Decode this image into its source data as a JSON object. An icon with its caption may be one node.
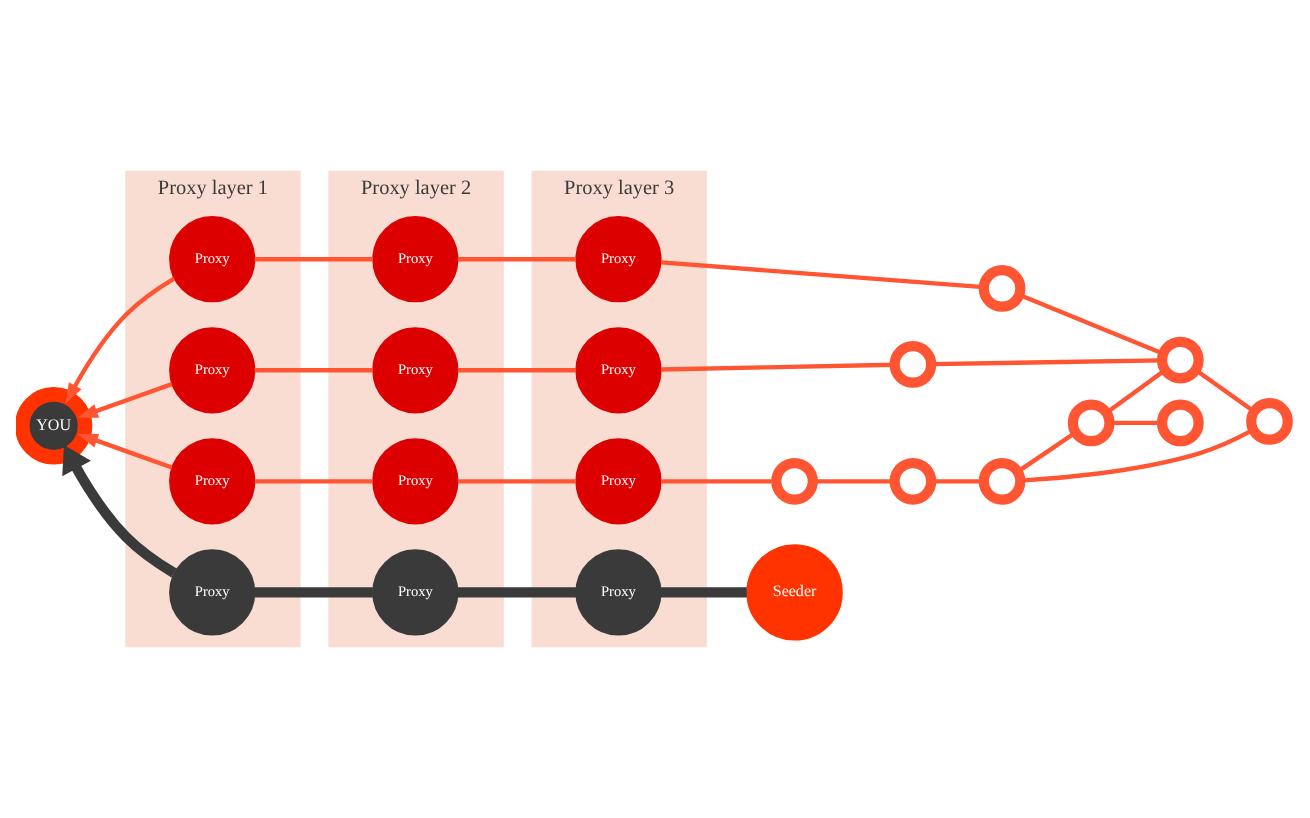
{
  "diagram": {
    "nodes": [
      {
        "text": [
          "Proxy layer 1"
        ]
      },
      {
        "text": [
          "Proxy layer 2"
        ]
      },
      {
        "text": [
          "Proxy layer 3"
        ]
      },
      {
        "text": [
          "YOU"
        ]
      },
      {
        "text": [
          "Proxy"
        ],
        "in": 0
      },
      {
        "text": [
          "Proxy"
        ],
        "in": 0
      },
      {
        "text": [
          "Proxy"
        ],
        "in": 0
      },
      {
        "text": [
          "Proxy"
        ],
        "in": 0
      },
      {
        "text": [
          "Proxy"
        ],
        "in": 1
      },
      {
        "text": [
          "Proxy"
        ],
        "in": 1
      },
      {
        "text": [
          "Proxy"
        ],
        "in": 1
      },
      {
        "text": [
          "Proxy"
        ],
        "in": 1
      },
      {
        "text": [
          "Proxy"
        ],
        "in": 2
      },
      {
        "text": [
          "Proxy"
        ],
        "in": 2
      },
      {
        "text": [
          "Proxy"
        ],
        "in": 2
      },
      {
        "text": [
          "Proxy"
        ],
        "in": 2
      },
      {
        "text": [
          "Seeder"
        ]
      },
      {
        "text": [],
        "shape": "circle"
      },
      {
        "text": [],
        "shape": "circle"
      },
      {
        "text": [],
        "shape": "circle"
      },
      {
        "text": [],
        "shape": "circle"
      },
      {
        "text": [],
        "shape": "circle"
      },
      {
        "text": [],
        "shape": "circle"
      },
      {
        "text": [],
        "shape": "circle"
      },
      {
        "text": [],
        "shape": "circle"
      },
      {
        "text": [],
        "shape": "circle"
      }
    ],
    "edges": [
      {
        "from": 4,
        "to": 3,
        "arrow": "to"
      },
      {
        "from": 5,
        "to": 3,
        "arrow": "to"
      },
      {
        "from": 6,
        "to": 3,
        "arrow": "to"
      },
      {
        "from": 7,
        "to": 3,
        "arrow": "to",
        "style": "thick",
        "color": "#3a3a3a"
      },
      {
        "from": 4,
        "to": 9,
        "arrow": "none"
      },
      {
        "from": 5,
        "to": 8,
        "arrow": "none"
      },
      {
        "from": 6,
        "to": 11,
        "arrow": "none"
      },
      {
        "from": 7,
        "to": 10,
        "arrow": "none",
        "style": "thick",
        "color": "#3a3a3a"
      },
      {
        "from": 8,
        "to": 12,
        "arrow": "none"
      },
      {
        "from": 9,
        "to": 14,
        "arrow": "none"
      },
      {
        "from": 10,
        "to": 13,
        "arrow": "none",
        "style": "thick",
        "color": "#3a3a3a"
      },
      {
        "from": 11,
        "to": 15,
        "arrow": "none"
      },
      {
        "from": 12,
        "to": 17,
        "arrow": "none"
      },
      {
        "from": 13,
        "to": 16,
        "arrow": "none",
        "style": "thick",
        "color": "#3a3a3a"
      },
      {
        "from": 14,
        "to": 23,
        "arrow": "none"
      },
      {
        "from": 15,
        "to": 20,
        "arrow": "none"
      },
      {
        "from": 17,
        "to": 18,
        "arrow": "none"
      },
      {
        "from": 18,
        "to": 21,
        "arrow": "none"
      },
      {
        "from": 20,
        "to": 24,
        "arrow": "none"
      },
      {
        "from": 23,
        "to": 24,
        "arrow": "none"
      },
      {
        "from": 21,
        "to": 22,
        "arrow": "none"
      },
      {
        "from": 21,
        "to": 25,
        "arrow": "none"
      },
      {
        "from": 22,
        "to": 19,
        "arrow": "none"
      },
      {
        "from": 22,
        "to": 24,
        "arrow": "none"
      },
      {
        "from": 24,
        "to": 25,
        "arrow": "none"
      }
    ]
  }
}
